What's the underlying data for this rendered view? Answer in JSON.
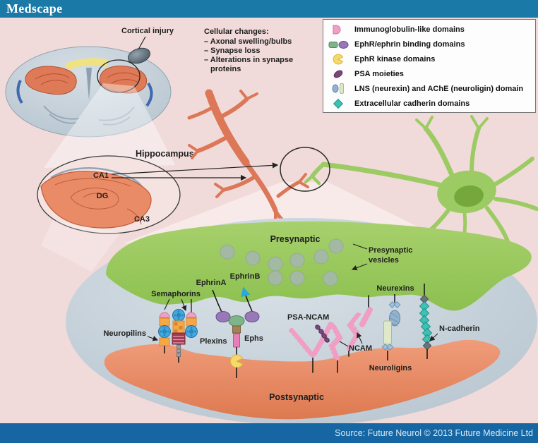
{
  "header": {
    "brand": "Medscape"
  },
  "footer": {
    "source_text": "Source: Future Neurol © 2013 Future Medicine Ltd"
  },
  "annotations": {
    "cortical_injury": "Cortical injury",
    "cellular_changes_title": "Cellular changes:",
    "cellular_changes_items": [
      "– Axonal swelling/bulbs",
      "– Synapse loss",
      "– Alterations in synapse",
      "proteins"
    ]
  },
  "legend": {
    "items": [
      {
        "icon": "immunoglobulin-domain-icon",
        "label": "Immunoglobulin-like domains"
      },
      {
        "icon": "ephr-ephrin-binding-domain-icon",
        "label": "EphR/ephrin binding domains"
      },
      {
        "icon": "ephr-kinase-domain-icon",
        "label": "EphR kinase domains"
      },
      {
        "icon": "psa-moiety-icon",
        "label": "PSA moieties"
      },
      {
        "icon": "lns-ache-domain-icon",
        "label": "LNS (neurexin) and AChE (neuroligin) domain"
      },
      {
        "icon": "extracellular-cadherin-domain-icon",
        "label": "Extracellular cadherin domains"
      }
    ]
  },
  "brain": {
    "hippocampus_label": "Hippocampus",
    "ca1": "CA1",
    "dg": "DG",
    "ca3": "CA3"
  },
  "synapse": {
    "presynaptic": "Presynaptic",
    "vesicles_line1": "Presynaptic",
    "vesicles_line2": "vesicles",
    "postsynaptic": "Postsynaptic",
    "proteins": {
      "semaphorins": "Semaphorins",
      "neuropilins": "Neuropilins",
      "plexins": "Plexins",
      "ephrin_a": "EphrinA",
      "ephrin_b": "EphrinB",
      "ephs": "Ephs",
      "psa_ncam": "PSA-NCAM",
      "ncam": "NCAM",
      "neurexins": "Neurexins",
      "neuroligins": "Neuroligins",
      "n_cadherin": "N-cadherin"
    }
  },
  "colors": {
    "header_bar": "#1A79A7",
    "footer_bar": "#1566A3",
    "background": "#F1DBDA",
    "presynaptic_green": "#99C95E",
    "postsynaptic_salmon": "#E8875F",
    "neuron_orange": "#DC7757",
    "neuron_green": "#9CCB63",
    "cleft_gray": "#C5D0D9",
    "vesicle_gray_green": "#A4B9A7"
  }
}
